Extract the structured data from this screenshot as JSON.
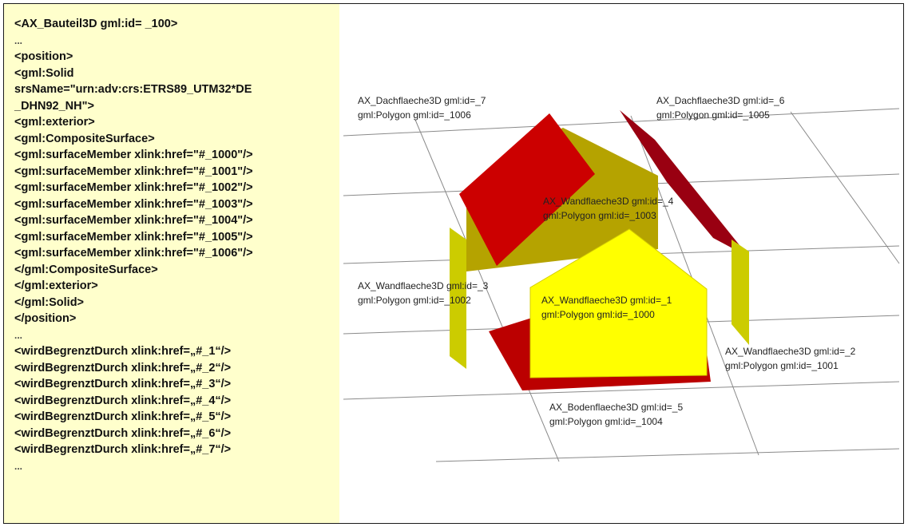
{
  "code_lines": [
    "<AX_Bauteil3D gml:id= _100>",
    "...",
    "<position>",
    "<gml:Solid",
    "srsName=\"urn:adv:crs:ETRS89_UTM32*DE",
    "_DHN92_NH\">",
    "<gml:exterior>",
    "<gml:CompositeSurface>",
    "<gml:surfaceMember xlink:href=\"#_1000\"/>",
    "<gml:surfaceMember xlink:href=\"#_1001\"/>",
    "<gml:surfaceMember xlink:href=\"#_1002\"/>",
    "<gml:surfaceMember xlink:href=\"#_1003\"/>",
    "<gml:surfaceMember xlink:href=\"#_1004\"/>",
    "<gml:surfaceMember xlink:href=\"#_1005\"/>",
    "<gml:surfaceMember xlink:href=\"#_1006\"/>",
    "</gml:CompositeSurface>",
    "</gml:exterior>",
    "</gml:Solid>",
    "</position>",
    "...",
    "<wirdBegrenztDurch xlink:href=„#_1“/>",
    "<wirdBegrenztDurch xlink:href=„#_2“/>",
    "<wirdBegrenztDurch xlink:href=„#_3“/>",
    "<wirdBegrenztDurch xlink:href=„#_4“/>",
    "<wirdBegrenztDurch xlink:href=„#_5“/>",
    "<wirdBegrenztDurch xlink:href=„#_6“/>",
    "<wirdBegrenztDurch xlink:href=„#_7“/>",
    "..."
  ],
  "labels": {
    "dach7": [
      "AX_Dachflaeche3D gml:id=_7",
      "gml:Polygon gml:id=_1006"
    ],
    "dach6": [
      "AX_Dachflaeche3D gml:id=_6",
      "gml:Polygon gml:id=_1005"
    ],
    "wand4": [
      "AX_Wandflaeche3D gml:id=_4",
      "gml:Polygon gml:id=_1003"
    ],
    "wand3": [
      "AX_Wandflaeche3D gml:id=_3",
      "gml:Polygon gml:id=_1002"
    ],
    "wand1": [
      "AX_Wandflaeche3D gml:id=_1",
      "gml:Polygon gml:id=_1000"
    ],
    "wand2": [
      "AX_Wandflaeche3D gml:id=_2",
      "gml:Polygon gml:id=_1001"
    ],
    "boden5": [
      "AX_Bodenflaeche3D gml:id=_5",
      "gml:Polygon gml:id=_1004"
    ]
  },
  "colors": {
    "code_background": "#ffffcc",
    "roof_red": "#cc0000",
    "roof_dark_red": "#990011",
    "wall_yellow": "#ffff00",
    "wall_olive": "#b5a300",
    "wall_side": "#cccc00",
    "floor_red": "#bb0000",
    "grid": "#8a8a8a"
  }
}
